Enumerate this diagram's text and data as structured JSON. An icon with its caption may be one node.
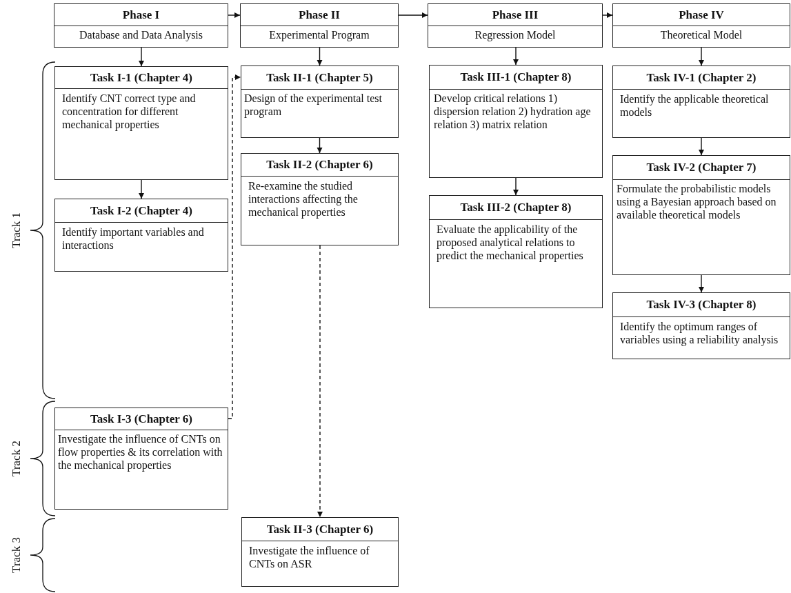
{
  "diagram": {
    "nodes": [
      {
        "text": [
          "Phase I",
          "Database and Data Analysis"
        ]
      },
      {
        "text": [
          "Phase II",
          "Experimental Program"
        ]
      },
      {
        "text": [
          "Phase III",
          "Regression Model"
        ]
      },
      {
        "text": [
          "Phase IV",
          "Theoretical Model"
        ]
      },
      {
        "text": [
          "Task I-1 (Chapter 4)",
          "Identify CNT correct type and concentration for different mechanical properties"
        ]
      },
      {
        "text": [
          "Task I-2 (Chapter 4)",
          "Identify important variables and interactions"
        ]
      },
      {
        "text": [
          "Task I-3 (Chapter 6)",
          "Investigate the influence of CNTs on flow properties & its correlation with the mechanical properties"
        ]
      },
      {
        "text": [
          "Task II-1 (Chapter 5)",
          "Design of the experimental test program"
        ]
      },
      {
        "text": [
          "Task II-2 (Chapter 6)",
          "Re-examine the studied interactions affecting the mechanical properties"
        ]
      },
      {
        "text": [
          "Task II-3 (Chapter 6)",
          "Investigate the influence of CNTs on ASR"
        ]
      },
      {
        "text": [
          "Task III-1 (Chapter 8)",
          "Develop critical relations 1) dispersion relation 2) hydration age relation 3) matrix relation"
        ]
      },
      {
        "text": [
          "Task III-2 (Chapter 8)",
          "Evaluate the applicability of the proposed analytical relations to predict the mechanical properties"
        ]
      },
      {
        "text": [
          "Task IV-1 (Chapter 2)",
          "Identify the applicable theoretical models"
        ]
      },
      {
        "text": [
          "Task IV-2 (Chapter 7)",
          "Formulate the probabilistic models using a Bayesian approach based on available theoretical models"
        ]
      },
      {
        "text": [
          "Task IV-3 (Chapter 8)",
          "Identify the optimum ranges of variables using a reliability analysis"
        ]
      }
    ],
    "edges": [
      {
        "from": 0,
        "to": 1,
        "arrow": "to"
      },
      {
        "from": 1,
        "to": 2,
        "arrow": "to"
      },
      {
        "from": 2,
        "to": 3,
        "arrow": "to"
      },
      {
        "from": 0,
        "to": 4,
        "arrow": "to"
      },
      {
        "from": 4,
        "to": 5,
        "arrow": "to"
      },
      {
        "from": 6,
        "to": 7,
        "arrow": "to",
        "style": "dashed"
      },
      {
        "from": 1,
        "to": 7,
        "arrow": "to"
      },
      {
        "from": 7,
        "to": 8,
        "arrow": "to"
      },
      {
        "from": 8,
        "to": 9,
        "arrow": "to",
        "style": "dashed"
      },
      {
        "from": 2,
        "to": 10,
        "arrow": "to"
      },
      {
        "from": 10,
        "to": 11,
        "arrow": "to"
      },
      {
        "from": 3,
        "to": 12,
        "arrow": "to"
      },
      {
        "from": 12,
        "to": 13,
        "arrow": "to"
      },
      {
        "from": 13,
        "to": 14,
        "arrow": "to"
      }
    ],
    "labels": [
      "Track 1",
      "Track 2",
      "Track 3"
    ]
  }
}
